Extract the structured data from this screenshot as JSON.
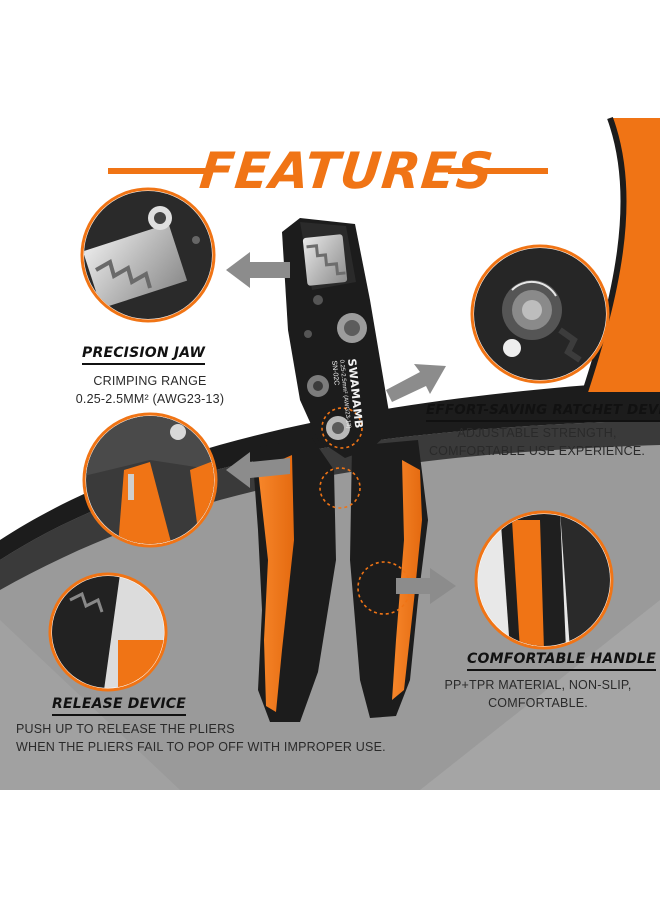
{
  "page": {
    "title": "FEATURES",
    "colors": {
      "accent": "#f07415",
      "dark": "#1c1c1c",
      "gray": "#8a8a8a",
      "background": "#ffffff"
    }
  },
  "tool": {
    "brand": "SWAMAMB",
    "model": "SN-02C",
    "spec": "0.25-2.5mm² (AWG23-13)"
  },
  "features": [
    {
      "id": "precision-jaw",
      "title": "PRECISION JAW",
      "description": [
        "CRIMPING RANGE",
        "0.25-2.5MM² (AWG23-13)"
      ]
    },
    {
      "id": "ratchet-device",
      "title": "EFFORT-SAVING RATCHET DEVICE",
      "description": [
        "ADJUSTABLE STRENGTH,",
        "COMFORTABLE USE EXPERIENCE."
      ]
    },
    {
      "id": "comfortable-handle",
      "title": "COMFORTABLE HANDLE",
      "description": [
        "PP+TPR MATERIAL, NON-SLIP,",
        "COMFORTABLE."
      ]
    },
    {
      "id": "release-device",
      "title": "RELEASE DEVICE",
      "description": [
        "PUSH UP TO RELEASE THE PLIERS",
        "WHEN THE PLIERS FAIL TO POP OFF WITH IMPROPER USE."
      ]
    }
  ]
}
